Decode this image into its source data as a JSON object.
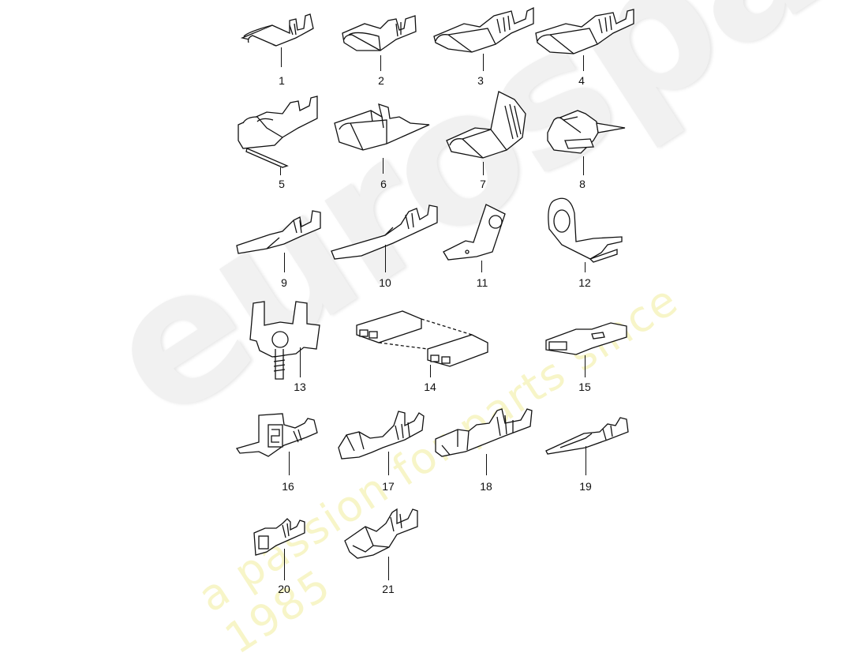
{
  "diagram": {
    "type": "exploded parts diagram - electrical terminals / connectors",
    "watermark": {
      "brand": "eurospares",
      "tagline": "a passion for parts since 1985",
      "brand_color": "#f1f1f1",
      "tagline_color": "#f7f5c8"
    },
    "parts": [
      {
        "id": "1",
        "label": "1",
        "kind": "flat receptacle terminal"
      },
      {
        "id": "2",
        "label": "2",
        "kind": "flat receptacle terminal"
      },
      {
        "id": "3",
        "label": "3",
        "kind": "flat receptacle terminal"
      },
      {
        "id": "4",
        "label": "4",
        "kind": "flat receptacle terminal"
      },
      {
        "id": "5",
        "label": "5",
        "kind": "angled receptacle with tab"
      },
      {
        "id": "6",
        "label": "6",
        "kind": "double receptacle"
      },
      {
        "id": "7",
        "label": "7",
        "kind": "flag receptacle"
      },
      {
        "id": "8",
        "label": "8",
        "kind": "receptacle with twin tabs"
      },
      {
        "id": "9",
        "label": "9",
        "kind": "flat tab terminal"
      },
      {
        "id": "10",
        "label": "10",
        "kind": "flat tab terminal"
      },
      {
        "id": "11",
        "label": "11",
        "kind": "angled ring tab"
      },
      {
        "id": "12",
        "label": "12",
        "kind": "ring terminal with tab"
      },
      {
        "id": "13",
        "label": "13",
        "kind": "twin tab bracket with screw"
      },
      {
        "id": "14",
        "label": "14",
        "kind": "double insulating housing pair"
      },
      {
        "id": "15",
        "label": "15",
        "kind": "single insulating housing"
      },
      {
        "id": "16",
        "label": "16",
        "kind": "receptacle with lock"
      },
      {
        "id": "17",
        "label": "17",
        "kind": "receptacle with sleeve"
      },
      {
        "id": "18",
        "label": "18",
        "kind": "receptacle terminal"
      },
      {
        "id": "19",
        "label": "19",
        "kind": "pin terminal"
      },
      {
        "id": "20",
        "label": "20",
        "kind": "box receptacle"
      },
      {
        "id": "21",
        "label": "21",
        "kind": "box receptacle with spring"
      }
    ]
  }
}
